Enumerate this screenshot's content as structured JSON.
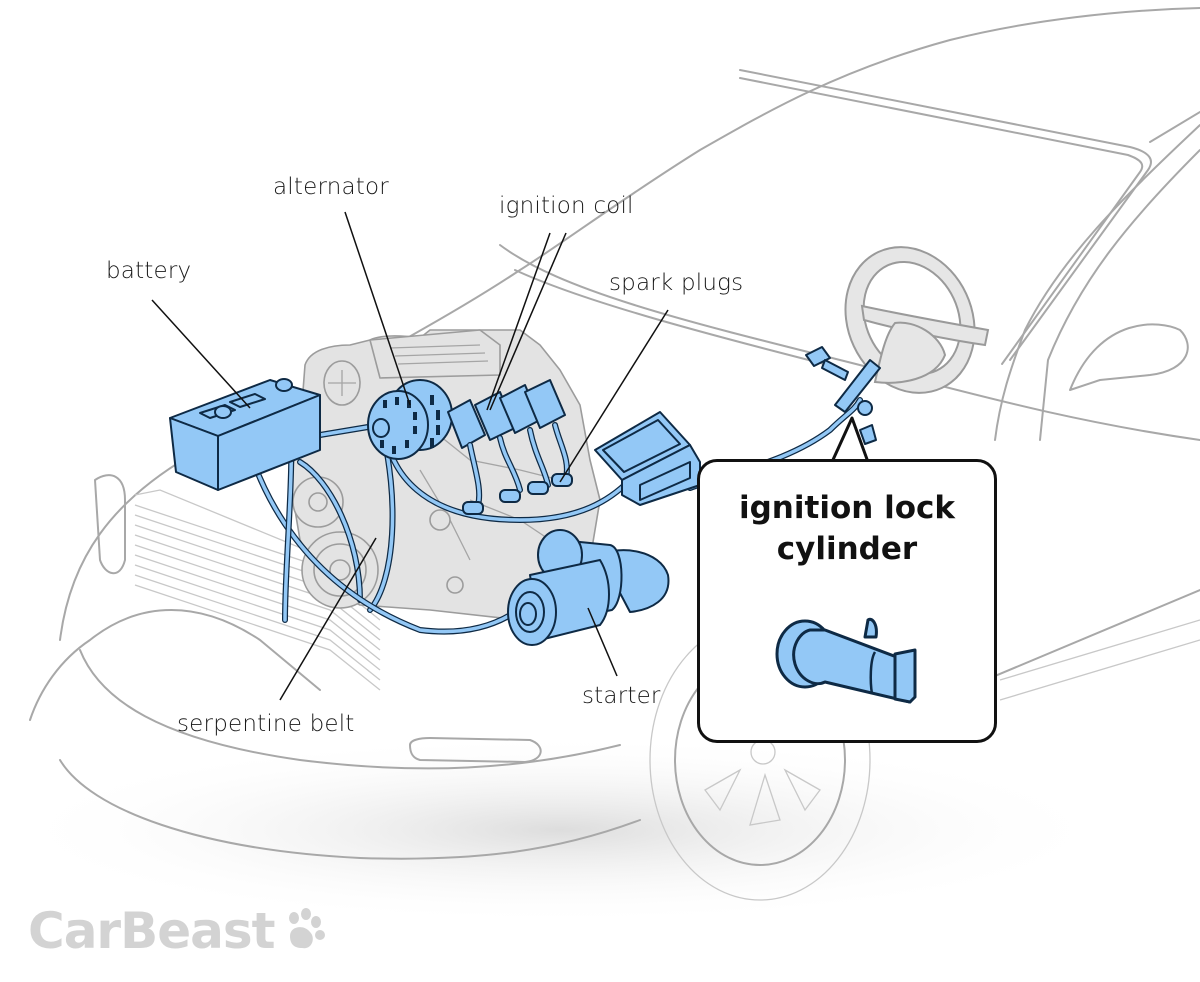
{
  "diagram": {
    "subject": "Car starting and ignition system",
    "labels": {
      "battery": "battery",
      "alternator": "alternator",
      "ignition_coil": "ignition coil",
      "spark_plugs": "spark plugs",
      "starter": "starter",
      "serpentine_belt": "serpentine belt"
    },
    "callout": {
      "title_line1": "ignition lock",
      "title_line2": "cylinder",
      "icon": "ignition-lock-cylinder-icon"
    },
    "colors": {
      "highlight_fill": "#93c8f6",
      "highlight_stroke": "#0e2a45",
      "engine_gray": "#e3e3e3",
      "car_outline": "#a8a8a8",
      "logo_gray": "#d3d3d3"
    }
  },
  "branding": {
    "logo_text": "CarBeast",
    "logo_icon": "paw-icon"
  }
}
